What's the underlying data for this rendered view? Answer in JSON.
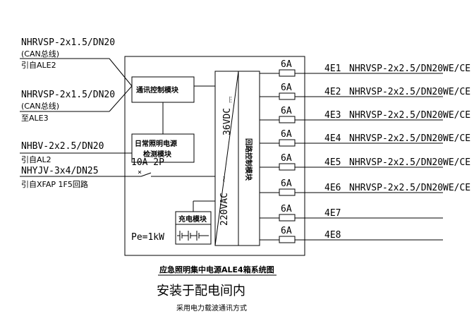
{
  "inputs": [
    {
      "cable": "NHRVSP-2x1.5/DN20",
      "note": "(CAN总线)",
      "source": "引自ALE2"
    },
    {
      "cable": "NHRVSP-2x1.5/DN20",
      "note": "(CAN总线)",
      "source": "至ALE3"
    },
    {
      "cable": "NHBV-2x2.5/DN20",
      "source": "引自AL2"
    },
    {
      "cable": "NHYJV-3x4/DN25",
      "source": "引自XFAP 1F5回路"
    }
  ],
  "modules": {
    "comm": "通讯控制模块",
    "daily_1": "日常照明电源",
    "daily_2": "检测模块",
    "charge": "充电模块",
    "loop_ctrl": "回路控制模块"
  },
  "breaker": "10A 2P",
  "power": "Pe=1kW",
  "vdc": "36VDC",
  "vac": "220VAC",
  "outputs": [
    {
      "fuse": "6A",
      "id": "4E1",
      "cable": "NHRVSP-2x2.5/DN20",
      "mount": "WE/CE"
    },
    {
      "fuse": "6A",
      "id": "4E2",
      "cable": "NHRVSP-2x2.5/DN20",
      "mount": "WE/CE"
    },
    {
      "fuse": "6A",
      "id": "4E3",
      "cable": "NHRVSP-2x2.5/DN20",
      "mount": "WE/CE"
    },
    {
      "fuse": "6A",
      "id": "4E4",
      "cable": "NHRVSP-2x2.5/DN20",
      "mount": "WE/CE"
    },
    {
      "fuse": "6A",
      "id": "4E5",
      "cable": "NHRVSP-2x2.5/DN20",
      "mount": "WE/CE"
    },
    {
      "fuse": "6A",
      "id": "4E6",
      "cable": "NHRVSP-2x2.5/DN20",
      "mount": "WE/CE"
    },
    {
      "fuse": "6A",
      "id": "4E7"
    },
    {
      "fuse": "6A",
      "id": "4E8"
    }
  ],
  "caption": "应急照明集中电源ALE4箱系统图",
  "title": "安装于配电间内",
  "subtitle": "采用电力载波通讯方式"
}
